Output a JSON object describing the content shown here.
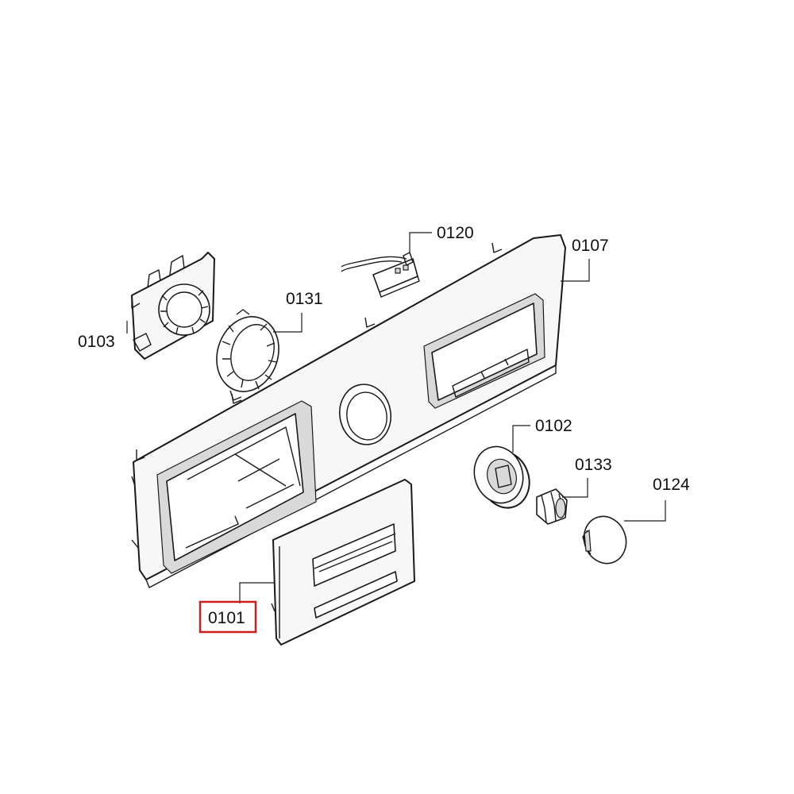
{
  "highlight_color": "#cc1f1f",
  "line_color": "#1a1a1a",
  "parts": [
    {
      "id": "p0120",
      "label": "0120",
      "icon": "electronic-module-icon"
    },
    {
      "id": "p0107",
      "label": "0107",
      "icon": "control-panel-fascia-icon"
    },
    {
      "id": "p0103",
      "label": "0103",
      "icon": "knob-holder-bracket-icon"
    },
    {
      "id": "p0131",
      "label": "0131",
      "icon": "light-ring-icon"
    },
    {
      "id": "p0102",
      "label": "0102",
      "icon": "knob-icon"
    },
    {
      "id": "p0133",
      "label": "0133",
      "icon": "knob-coupling-icon"
    },
    {
      "id": "p0124",
      "label": "0124",
      "icon": "button-cap-icon"
    },
    {
      "id": "p0101",
      "label": "0101",
      "icon": "detergent-drawer-handle-icon",
      "highlighted": true
    }
  ]
}
